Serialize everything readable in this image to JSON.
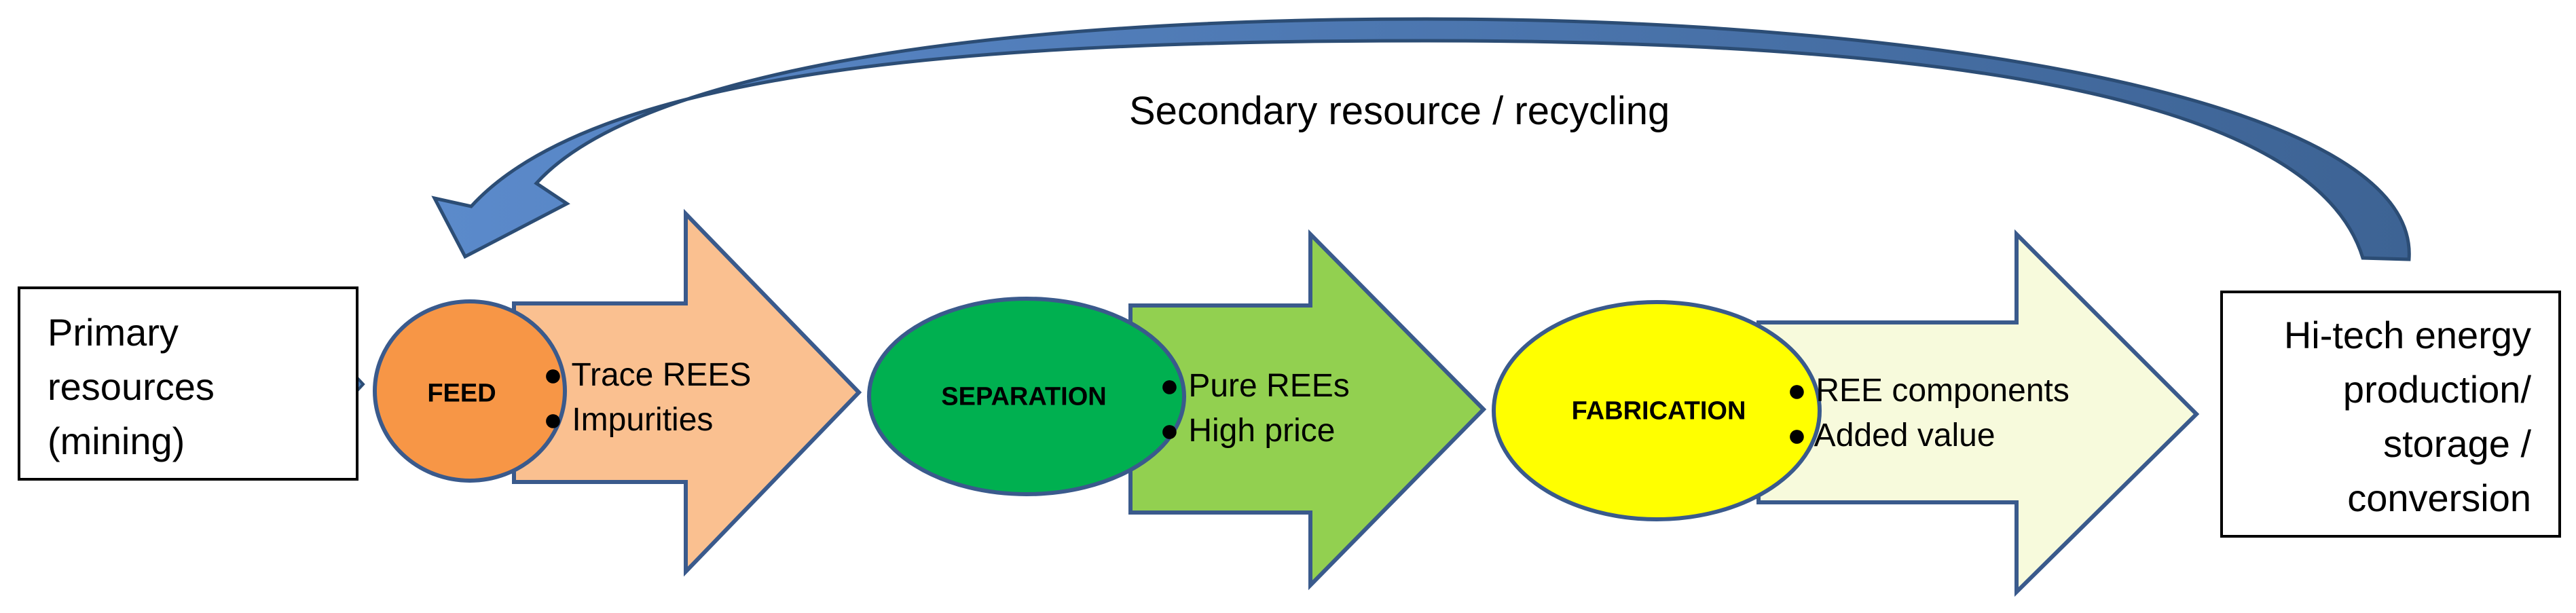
{
  "recycle_label": "Secondary resource / recycling",
  "primary_box": {
    "lines": [
      "Primary",
      "resources",
      "(mining)"
    ]
  },
  "output_box": {
    "lines": [
      "Hi-tech energy",
      "production/",
      "storage /",
      "conversion"
    ]
  },
  "stages": [
    {
      "oval_label": "FEED",
      "bullets": [
        "● Trace REES",
        "● Impurities"
      ],
      "oval_color": "#F79646",
      "arrow_color": "#FAC090"
    },
    {
      "oval_label": "SEPARATION",
      "bullets": [
        "● Pure REEs",
        "● High price"
      ],
      "oval_color": "#00B050",
      "arrow_color": "#92D050"
    },
    {
      "oval_label": "FABRICATION",
      "bullets": [
        "● REE components",
        "● Added value"
      ],
      "oval_color": "#FFFF00",
      "arrow_color": "#F7FADC"
    }
  ],
  "colors": {
    "outline": "#3A5A8C",
    "blue_arrow": "#4F81BD",
    "blue_arrow_edge": "#2C4D75"
  }
}
